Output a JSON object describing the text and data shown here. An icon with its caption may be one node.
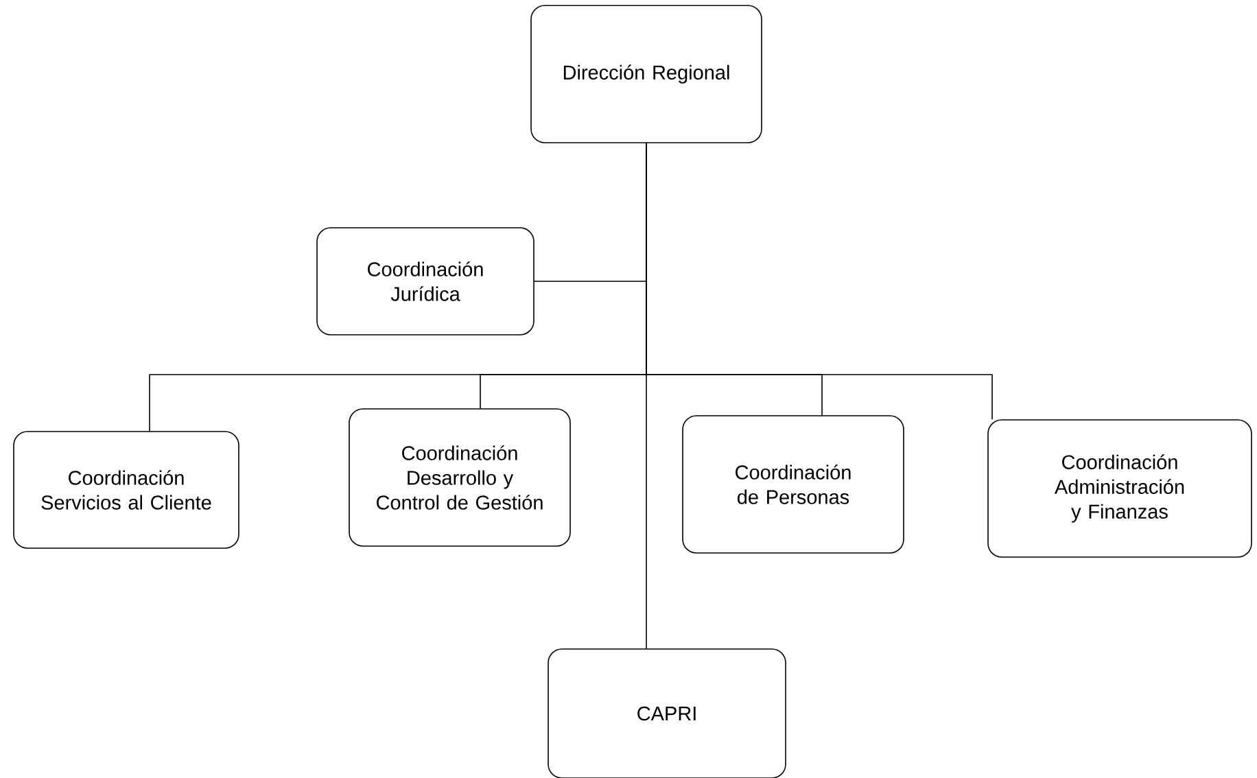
{
  "diagram": {
    "nodes": [
      {
        "text": [
          "Dirección Regional"
        ]
      },
      {
        "text": [
          "Coordinación Jurídica"
        ]
      },
      {
        "text": [
          "Coordinación Servicios al Cliente"
        ]
      },
      {
        "text": [
          "Coordinación Desarrollo y Control de Gestión"
        ]
      },
      {
        "text": [
          "Coordinación de Personas"
        ]
      },
      {
        "text": [
          "Coordinación Administración y Finanzas"
        ]
      },
      {
        "text": [
          "CAPRI"
        ]
      }
    ],
    "edges": [
      {
        "from": 0,
        "to": 1,
        "arrow": "none"
      },
      {
        "from": 0,
        "to": 2,
        "arrow": "none"
      },
      {
        "from": 0,
        "to": 3,
        "arrow": "none"
      },
      {
        "from": 0,
        "to": 4,
        "arrow": "none"
      },
      {
        "from": 0,
        "to": 5,
        "arrow": "none"
      },
      {
        "from": 0,
        "to": 6,
        "arrow": "none"
      }
    ]
  }
}
